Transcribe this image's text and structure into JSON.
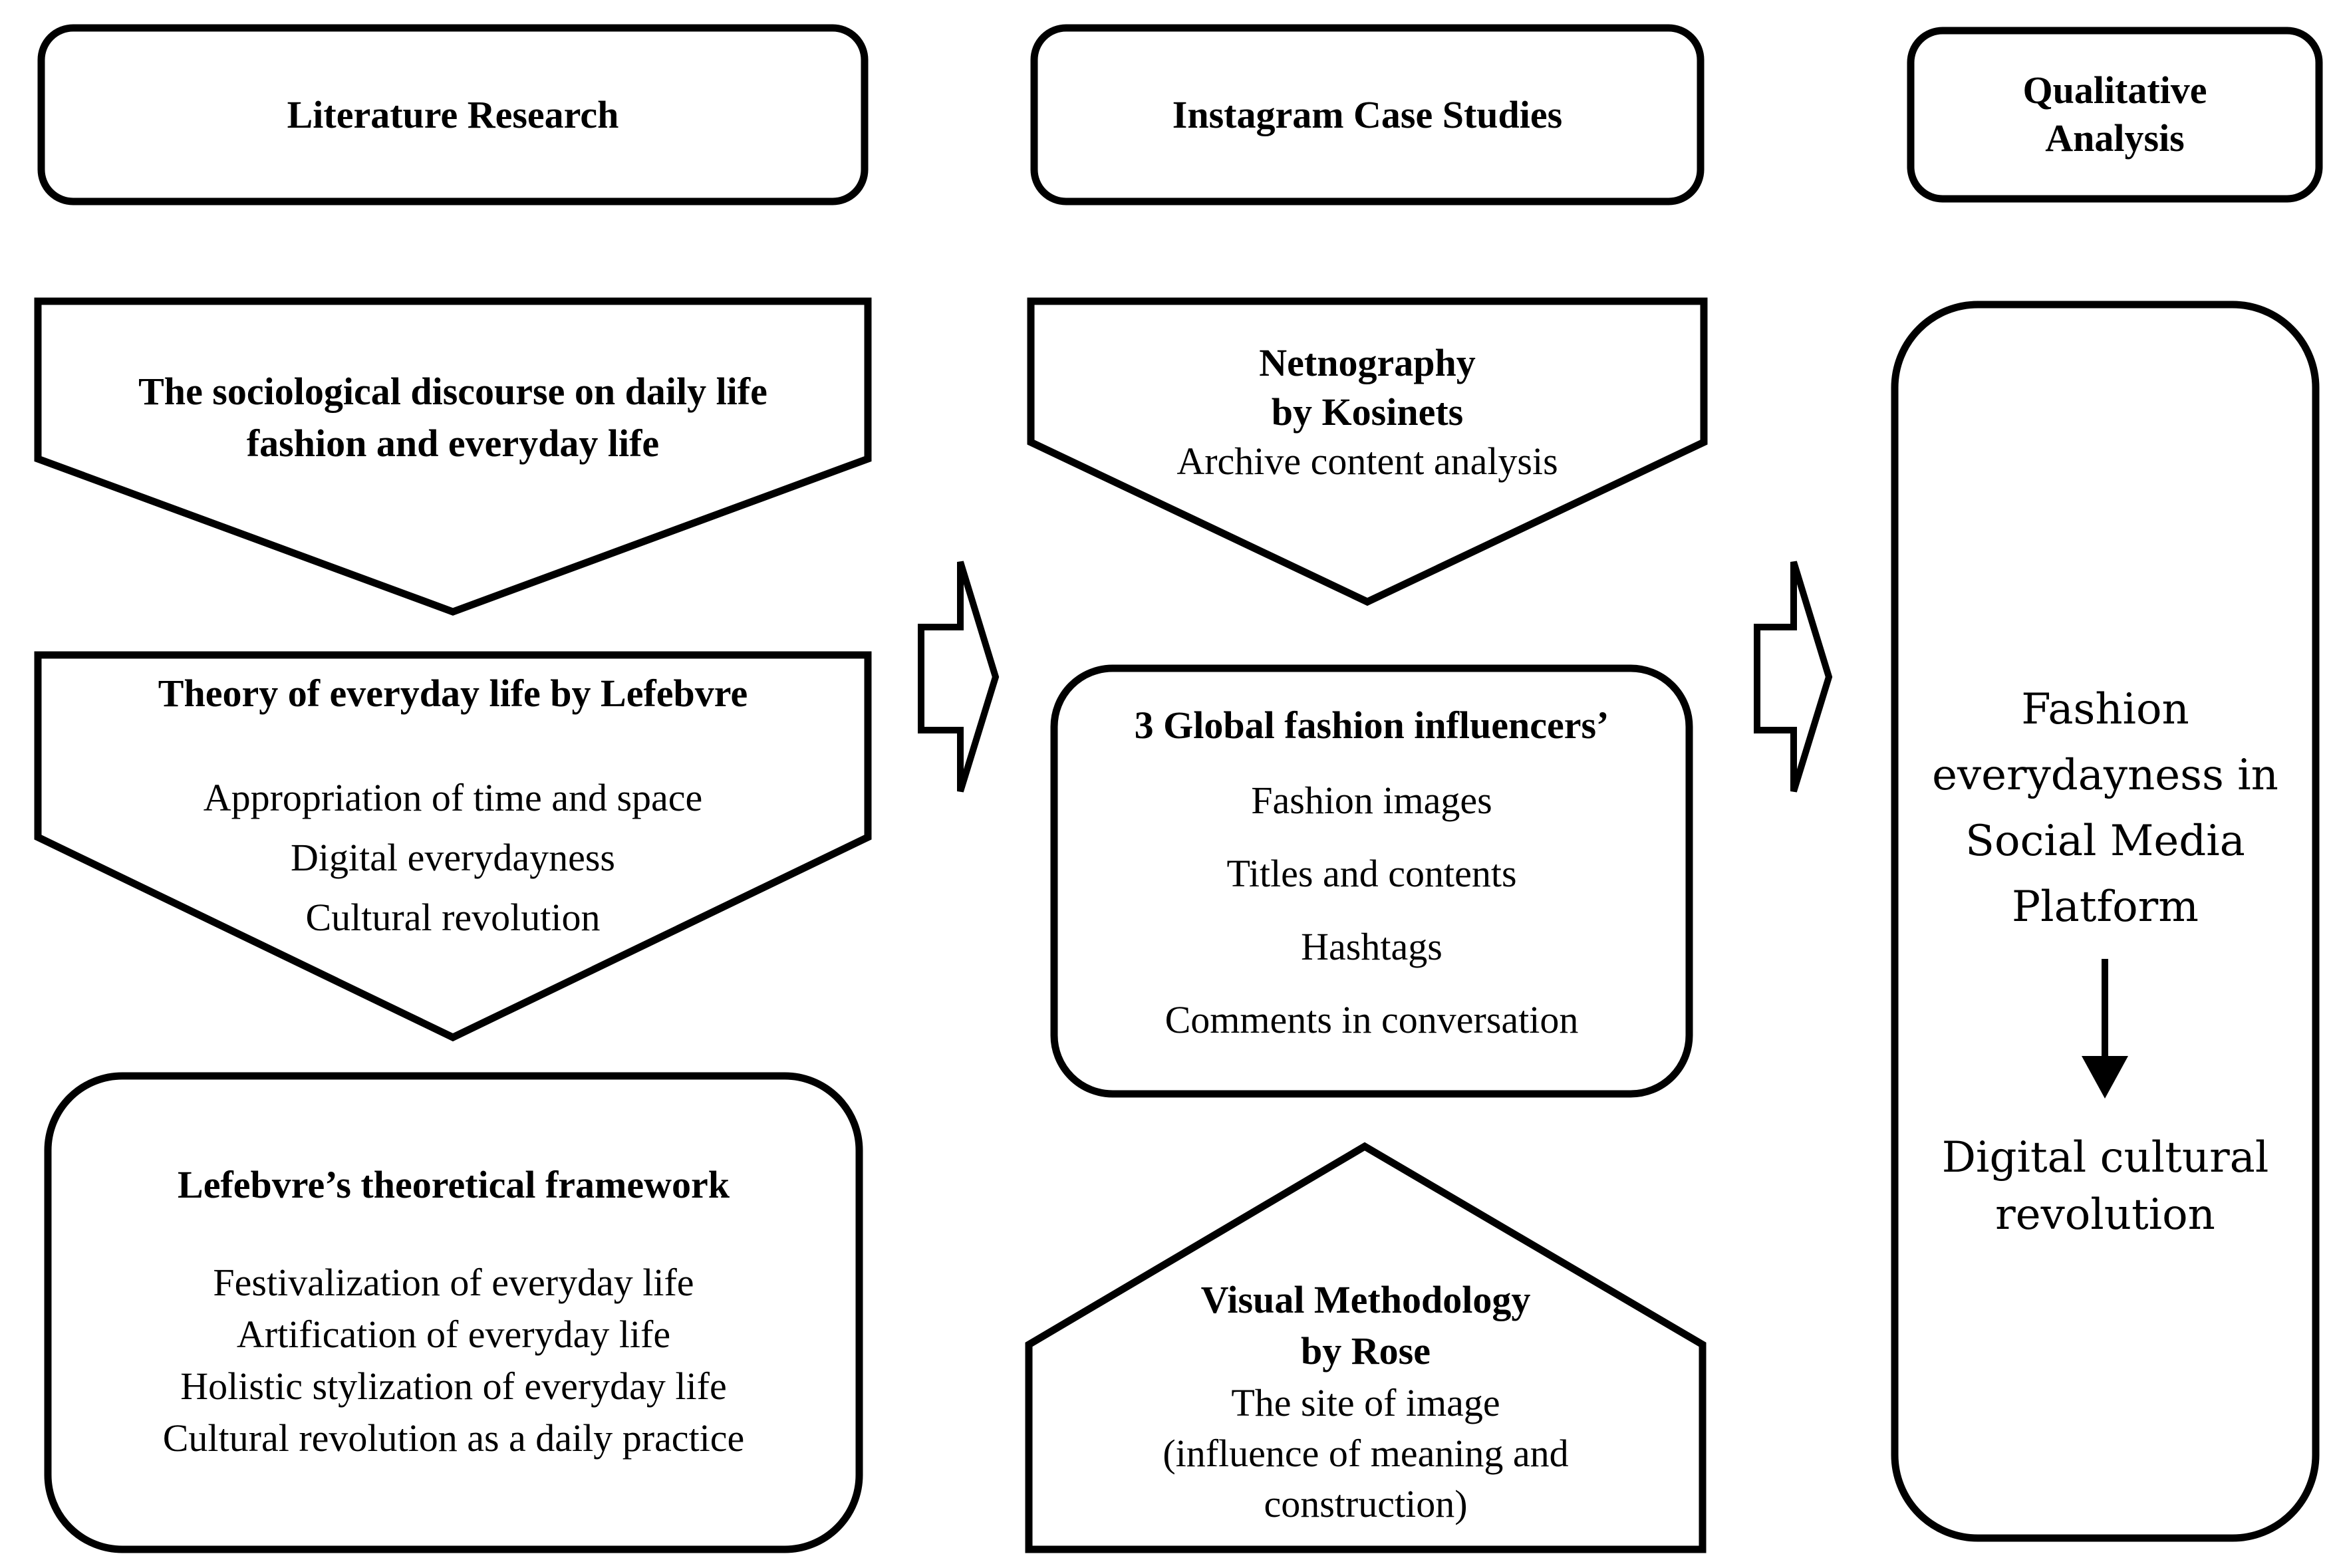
{
  "colors": {
    "stroke": "#000000",
    "shape_fill": "#ffffff",
    "background": "#ffffff",
    "text": "#000000"
  },
  "icons": {
    "flow_arrow_literature_to_instagram": "block-arrow-right-icon",
    "flow_arrow_instagram_to_qualitative": "block-arrow-right-icon",
    "result_flow_arrow": "down-arrow-icon"
  },
  "columns": [
    {
      "header": "Literature Research",
      "boxes": [
        {
          "shape": "pentagon-down",
          "title_lines": [
            "The sociological discourse on daily life",
            "fashion and everyday life"
          ],
          "body_lines": []
        },
        {
          "shape": "pentagon-down",
          "title_lines": [
            "Theory of everyday life by Lefebvre"
          ],
          "body_lines": [
            "Appropriation of time and space",
            "Digital everydayness",
            "Cultural revolution"
          ]
        },
        {
          "shape": "rounded-rect",
          "title_lines": [
            "Lefebvre’s theoretical framework"
          ],
          "body_lines": [
            "Festivalization of everyday life",
            "Artification of everyday life",
            "Holistic stylization of everyday life",
            "Cultural revolution as a daily practice"
          ]
        }
      ]
    },
    {
      "header": "Instagram Case Studies",
      "boxes": [
        {
          "shape": "pentagon-down",
          "title_lines": [
            "Netnography",
            "by Kosinets"
          ],
          "body_lines": [
            "Archive content analysis"
          ]
        },
        {
          "shape": "rounded-rect",
          "title_lines": [
            "3 Global fashion influencers’"
          ],
          "body_lines": [
            "Fashion images",
            "Titles and contents",
            "Hashtags",
            "Comments in conversation"
          ]
        },
        {
          "shape": "pentagon-up",
          "title_lines": [
            "Visual Methodology",
            "by Rose"
          ],
          "body_lines": [
            "The site of image",
            "(influence of meaning and",
            "construction)"
          ]
        }
      ]
    },
    {
      "header": "Qualitative Analysis",
      "boxes": [
        {
          "shape": "rounded-rect-tall",
          "top_lines": [
            "Fashion",
            "everydayness in",
            "Social Media",
            "Platform"
          ],
          "bottom_lines": [
            "Digital cultural",
            "revolution"
          ]
        }
      ]
    }
  ]
}
